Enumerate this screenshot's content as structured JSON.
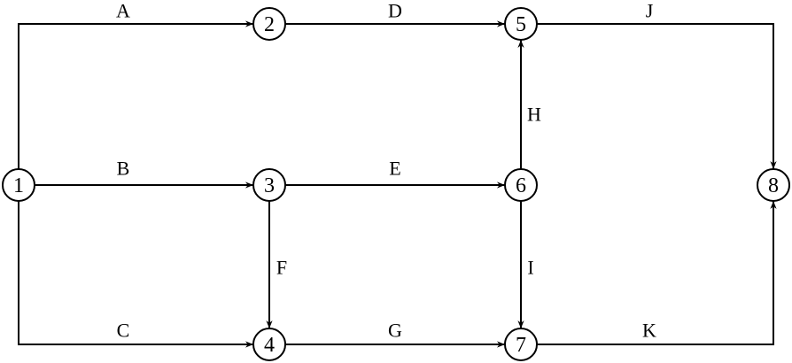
{
  "diagram": {
    "type": "activity-on-arrow network",
    "nodes": [
      {
        "id": "1",
        "label": "1"
      },
      {
        "id": "2",
        "label": "2"
      },
      {
        "id": "3",
        "label": "3"
      },
      {
        "id": "4",
        "label": "4"
      },
      {
        "id": "5",
        "label": "5"
      },
      {
        "id": "6",
        "label": "6"
      },
      {
        "id": "7",
        "label": "7"
      },
      {
        "id": "8",
        "label": "8"
      }
    ],
    "edges": [
      {
        "label": "A",
        "from": "1",
        "to": "2"
      },
      {
        "label": "B",
        "from": "1",
        "to": "3"
      },
      {
        "label": "C",
        "from": "1",
        "to": "4"
      },
      {
        "label": "D",
        "from": "2",
        "to": "5"
      },
      {
        "label": "E",
        "from": "3",
        "to": "6"
      },
      {
        "label": "F",
        "from": "3",
        "to": "4"
      },
      {
        "label": "G",
        "from": "4",
        "to": "7"
      },
      {
        "label": "H",
        "from": "6",
        "to": "5"
      },
      {
        "label": "I",
        "from": "6",
        "to": "7"
      },
      {
        "label": "J",
        "from": "5",
        "to": "8"
      },
      {
        "label": "K",
        "from": "7",
        "to": "8"
      }
    ]
  }
}
